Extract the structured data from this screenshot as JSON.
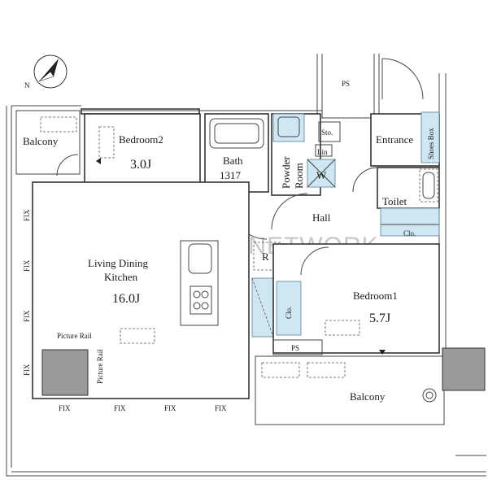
{
  "watermark": "PITAT HOUSE NETWORK",
  "compass": {
    "north_label": "N"
  },
  "rooms": {
    "balcony_left": "Balcony",
    "bedroom2_name": "Bedroom2",
    "bedroom2_size": "3.0J",
    "bath_name": "Bath",
    "bath_size": "1317",
    "powder_room_line1": "Powder",
    "powder_room_line2": "Room",
    "sto": "Sto.",
    "lin": "Lin",
    "washer": "W",
    "entrance": "Entrance",
    "shoes_box": "Shoes Box",
    "ps_top": "PS",
    "toilet": "Toilet",
    "clo_toilet": "Clo.",
    "hall": "Hall",
    "refrigerator": "R",
    "ldk_line1": "Living Dining",
    "ldk_line2": "Kitchen",
    "ldk_size": "16.0J",
    "clo_bedroom1": "Clo.",
    "bedroom1_name": "Bedroom1",
    "bedroom1_size": "5.7J",
    "ps_bottom": "PS",
    "balcony_bottom": "Balcony",
    "picture_rail_h": "Picture Rail",
    "picture_rail_v": "Picture Rail"
  },
  "fix_labels": [
    "FIX",
    "FIX",
    "FIX",
    "FIX",
    "FIX",
    "FIX",
    "FIX",
    "FIX"
  ]
}
